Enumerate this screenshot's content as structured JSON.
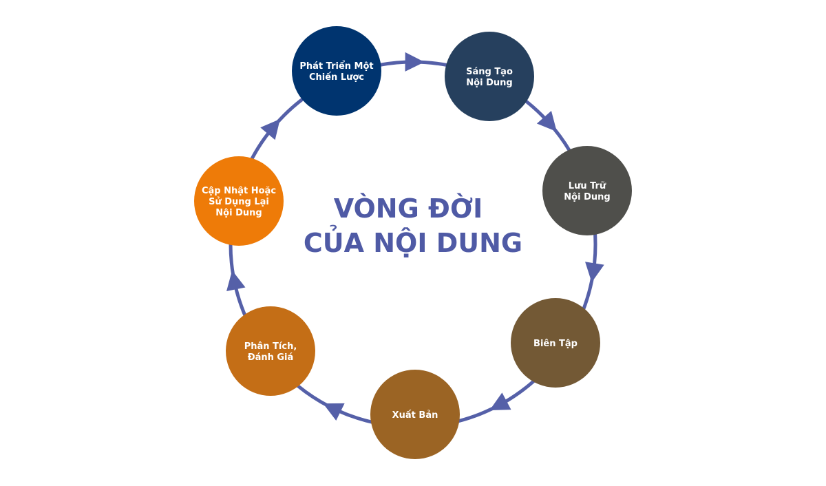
{
  "title": {
    "line1": "VÒNG ĐỜI",
    "line2": "CỦA NỘI DUNG",
    "color": "#4F5AA5"
  },
  "ring_color": "#5560A8",
  "nodes": [
    {
      "id": "phat-trien-chien-luoc",
      "lines": [
        "Phát Triển Một",
        "Chiến Lược"
      ],
      "color": "#00346F"
    },
    {
      "id": "sang-tao-noi-dung",
      "lines": [
        "Sáng Tạo",
        "Nội Dung"
      ],
      "color": "#26405E"
    },
    {
      "id": "luu-tru-noi-dung",
      "lines": [
        "Lưu Trữ",
        "Nội Dung"
      ],
      "color": "#4F4F4B"
    },
    {
      "id": "bien-tap",
      "lines": [
        "Biên Tập"
      ],
      "color": "#735935"
    },
    {
      "id": "xuat-ban",
      "lines": [
        "Xuất Bản"
      ],
      "color": "#9B6424"
    },
    {
      "id": "phan-tich-danh-gia",
      "lines": [
        "Phân Tích,",
        "Đánh Giá"
      ],
      "color": "#C46E16"
    },
    {
      "id": "cap-nhat-su-dung-lai",
      "lines": [
        "Cập Nhật Hoặc",
        "Sử Dụng Lại",
        "Nội Dung"
      ],
      "color": "#EE7B08"
    }
  ]
}
